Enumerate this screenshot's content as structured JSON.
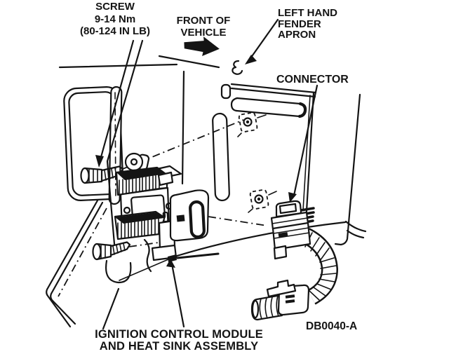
{
  "figure": {
    "background": "#ffffff",
    "ink": "#141414",
    "description": "Service manual illustration of ignition control module and heat sink assembly mounted on left hand fender apron"
  },
  "labels": {
    "screw": {
      "line1": "SCREW",
      "line2": "9-14 Nm",
      "line3": "(80-124 IN LB)"
    },
    "front_of_vehicle": {
      "line1": "FRONT OF",
      "line2": "VEHICLE"
    },
    "left_hand_fender_apron": {
      "line1": "LEFT HAND",
      "line2": "FENDER",
      "line3": "APRON"
    },
    "connector": {
      "text": "CONNECTOR"
    },
    "ignition_module": {
      "line1": "IGNITION CONTROL MODULE",
      "line2": "AND HEAT SINK ASSEMBLY"
    },
    "figure_code": {
      "text": "DB0040-A"
    }
  }
}
